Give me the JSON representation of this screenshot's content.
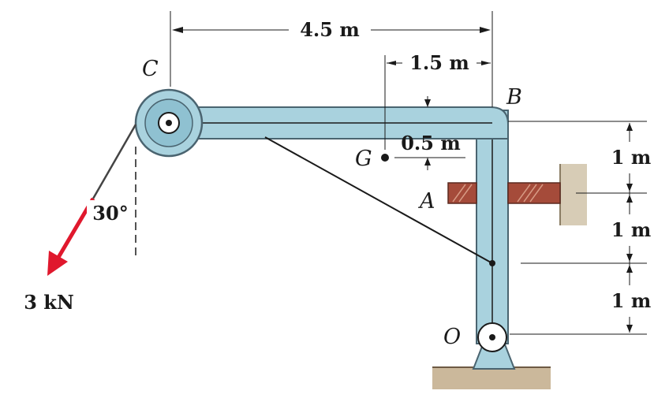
{
  "points": {
    "C": "C",
    "B": "B",
    "G": "G",
    "A": "A",
    "O": "O"
  },
  "dimensions": {
    "top_span": "4.5 m",
    "g_offset": "1.5 m",
    "g_drop": "0.5 m",
    "right_1": "1 m",
    "right_2": "1 m",
    "right_3": "1 m"
  },
  "load": {
    "magnitude": "3 kN",
    "angle": "30°",
    "color": "#e0182d"
  },
  "colors": {
    "member": "#a9d2de",
    "member_edge": "#4a6470",
    "block": "#a54b3a",
    "wall": "#cfc3ad",
    "ground": "#b59a78"
  }
}
